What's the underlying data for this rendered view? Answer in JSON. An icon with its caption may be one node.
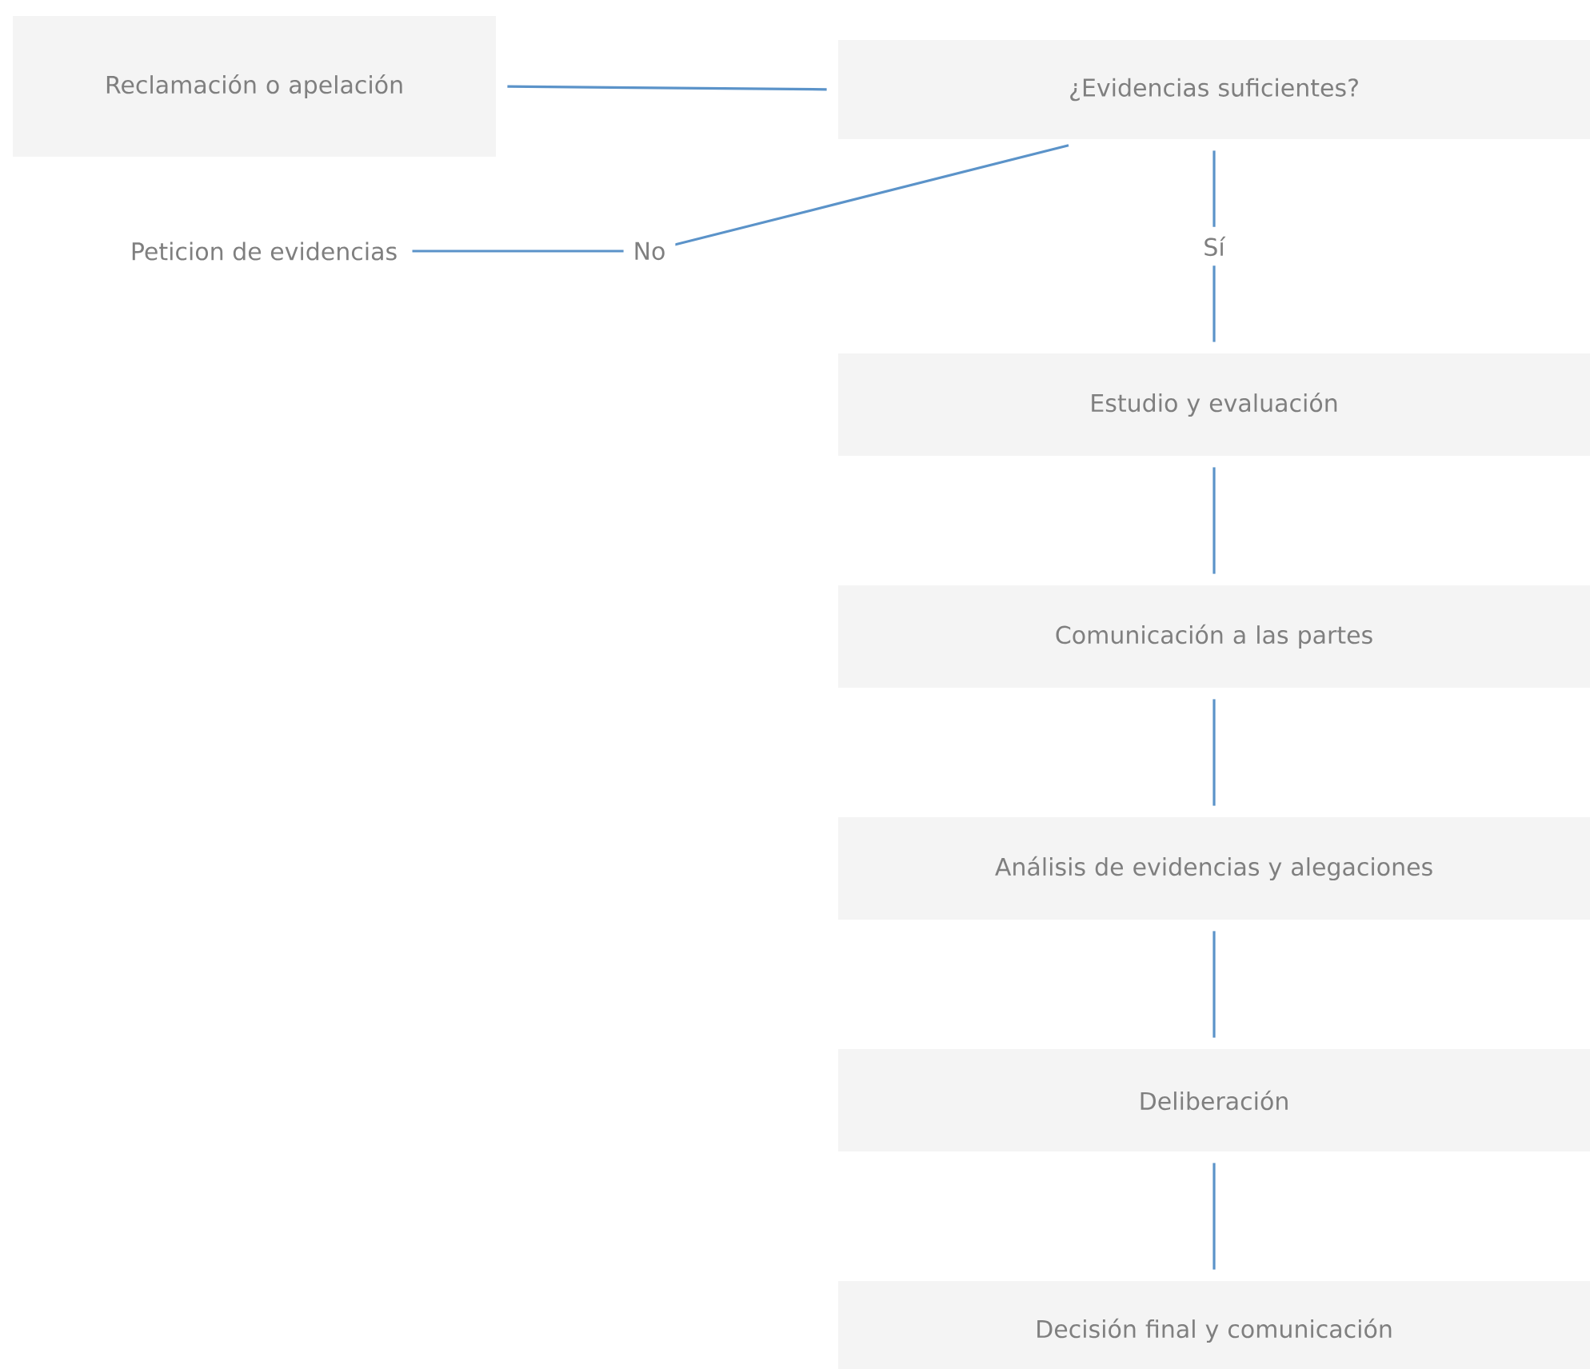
{
  "diagram": {
    "nodes": [
      {
        "text": [
          "Reclamación o apelación"
        ]
      },
      {
        "text": [
          "¿Evidencias suficientes?"
        ]
      },
      {
        "text": [
          "Peticion de evidencias"
        ]
      },
      {
        "text": [
          "Estudio y evaluación"
        ]
      },
      {
        "text": [
          "Comunicación a las partes"
        ]
      },
      {
        "text": [
          "Análisis de evidencias y alegaciones"
        ]
      },
      {
        "text": [
          "Deliberación"
        ]
      },
      {
        "text": [
          "Decisión final y comunicación"
        ]
      }
    ],
    "edges": [
      {
        "from": 0,
        "to": 1,
        "arrow": "none"
      },
      {
        "from": 1,
        "to": 2,
        "arrow": "none",
        "label": "No"
      },
      {
        "from": 1,
        "to": 3,
        "arrow": "none",
        "label": "Sí"
      },
      {
        "from": 3,
        "to": 4,
        "arrow": "none"
      },
      {
        "from": 4,
        "to": 5,
        "arrow": "none"
      },
      {
        "from": 5,
        "to": 6,
        "arrow": "none"
      },
      {
        "from": 6,
        "to": 7,
        "arrow": "none"
      }
    ]
  }
}
